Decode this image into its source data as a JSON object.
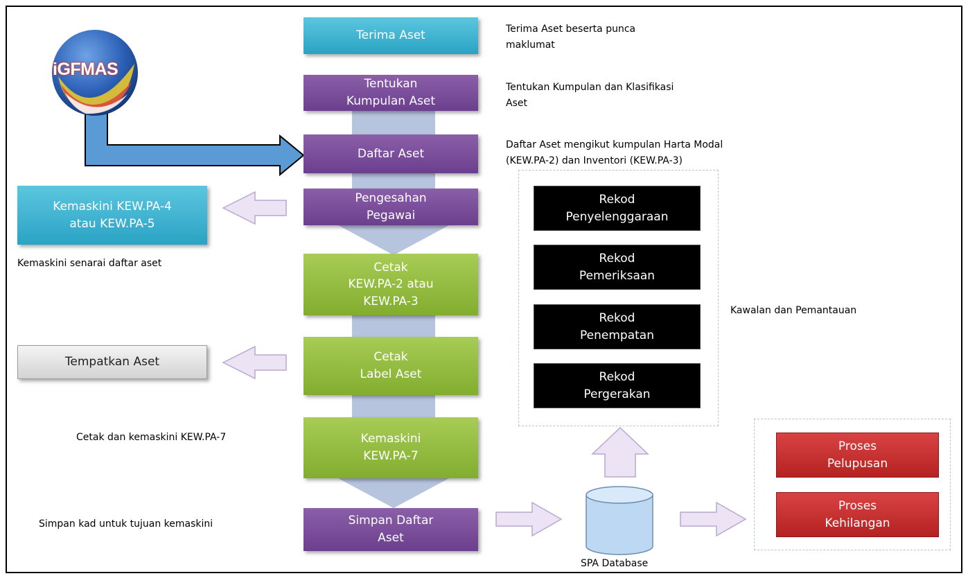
{
  "logo": {
    "text": "iGFMAS",
    "icon": "igfmas-logo-icon"
  },
  "flow": [
    {
      "id": "terima",
      "label": "Terima Aset"
    },
    {
      "id": "tentukan",
      "label": "Tentukan\nKumpulan Aset"
    },
    {
      "id": "daftar",
      "label": "Daftar Aset"
    },
    {
      "id": "pengesahan",
      "label": "Pengesahan\nPegawai"
    },
    {
      "id": "cetak-kew",
      "label": "Cetak\nKEW.PA-2 atau\nKEW.PA-3"
    },
    {
      "id": "cetak-label",
      "label": "Cetak\nLabel Aset"
    },
    {
      "id": "kemaskini-pa7",
      "label": "Kemaskini\nKEW.PA-7"
    },
    {
      "id": "simpan",
      "label": "Simpan Daftar\nAset"
    }
  ],
  "side_boxes": {
    "kemaskini_pa4": "Kemaskini KEW.PA-4\natau KEW.PA-5",
    "tempatkan": "Tempatkan Aset"
  },
  "notes": {
    "terima": "Terima Aset beserta punca\nmaklumat",
    "tentukan": "Tentukan Kumpulan dan Klasifikasi\nAset",
    "daftar": "Daftar Aset mengikut kumpulan Harta Modal\n(KEW.PA-2) dan Inventori (KEW.PA-3)",
    "kemaskini_senarai": "Kemaskini senarai daftar aset",
    "cetak_kemaskini": "Cetak dan kemaskini KEW.PA-7",
    "simpan_kad": "Simpan  kad untuk tujuan kemaskini",
    "kawalan": "Kawalan dan Pemantauan"
  },
  "records": [
    "Rekod\nPenyelenggaraan",
    "Rekod\nPemeriksaan",
    "Rekod\nPenempatan",
    "Rekod\nPergerakan"
  ],
  "database": {
    "label": "SPA Database"
  },
  "processes": [
    "Proses\nPelupusan",
    "Proses\nKehilangan"
  ],
  "colors": {
    "teal": "#2aa3c4",
    "purple": "#6c3f8e",
    "green": "#82ad2f",
    "red": "#b52222",
    "lavender_arrow": "#e3d7f0",
    "blue_arrow": "#5b9bd5"
  }
}
